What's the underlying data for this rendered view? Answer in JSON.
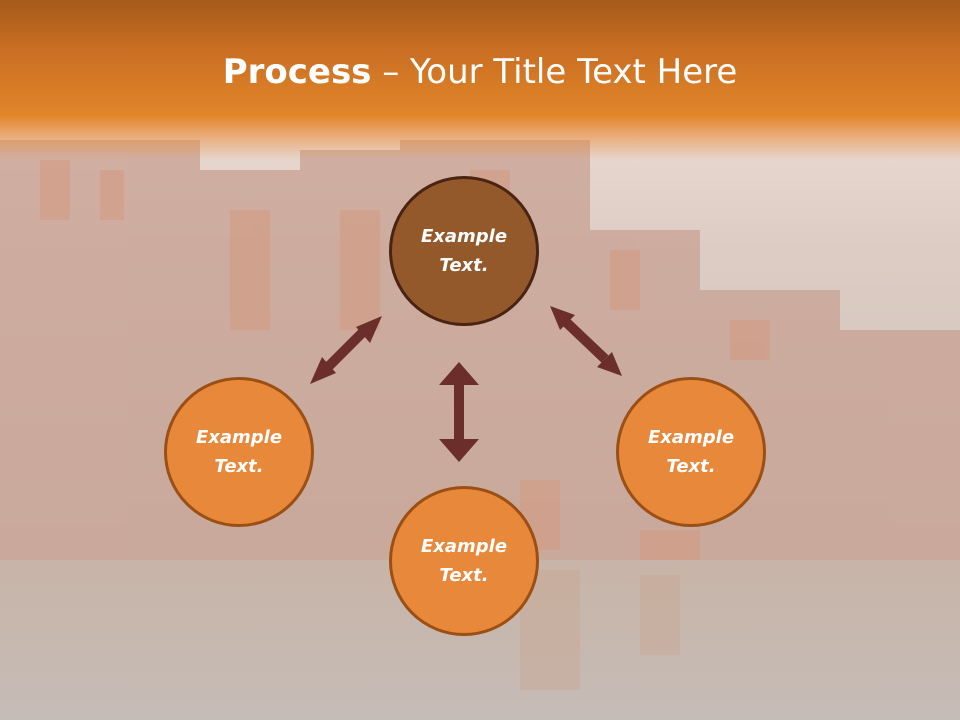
{
  "title": {
    "bold": "Process",
    "rest": " – Your Title Text Here"
  },
  "nodes": {
    "top": "Example Text.",
    "left": "Example Text.",
    "bottom": "Example Text.",
    "right": "Example Text."
  },
  "colors": {
    "header": "#e2852a",
    "center_fill": "#93592b",
    "outer_fill": "#e8883a",
    "arrow": "#6b2e2b"
  }
}
